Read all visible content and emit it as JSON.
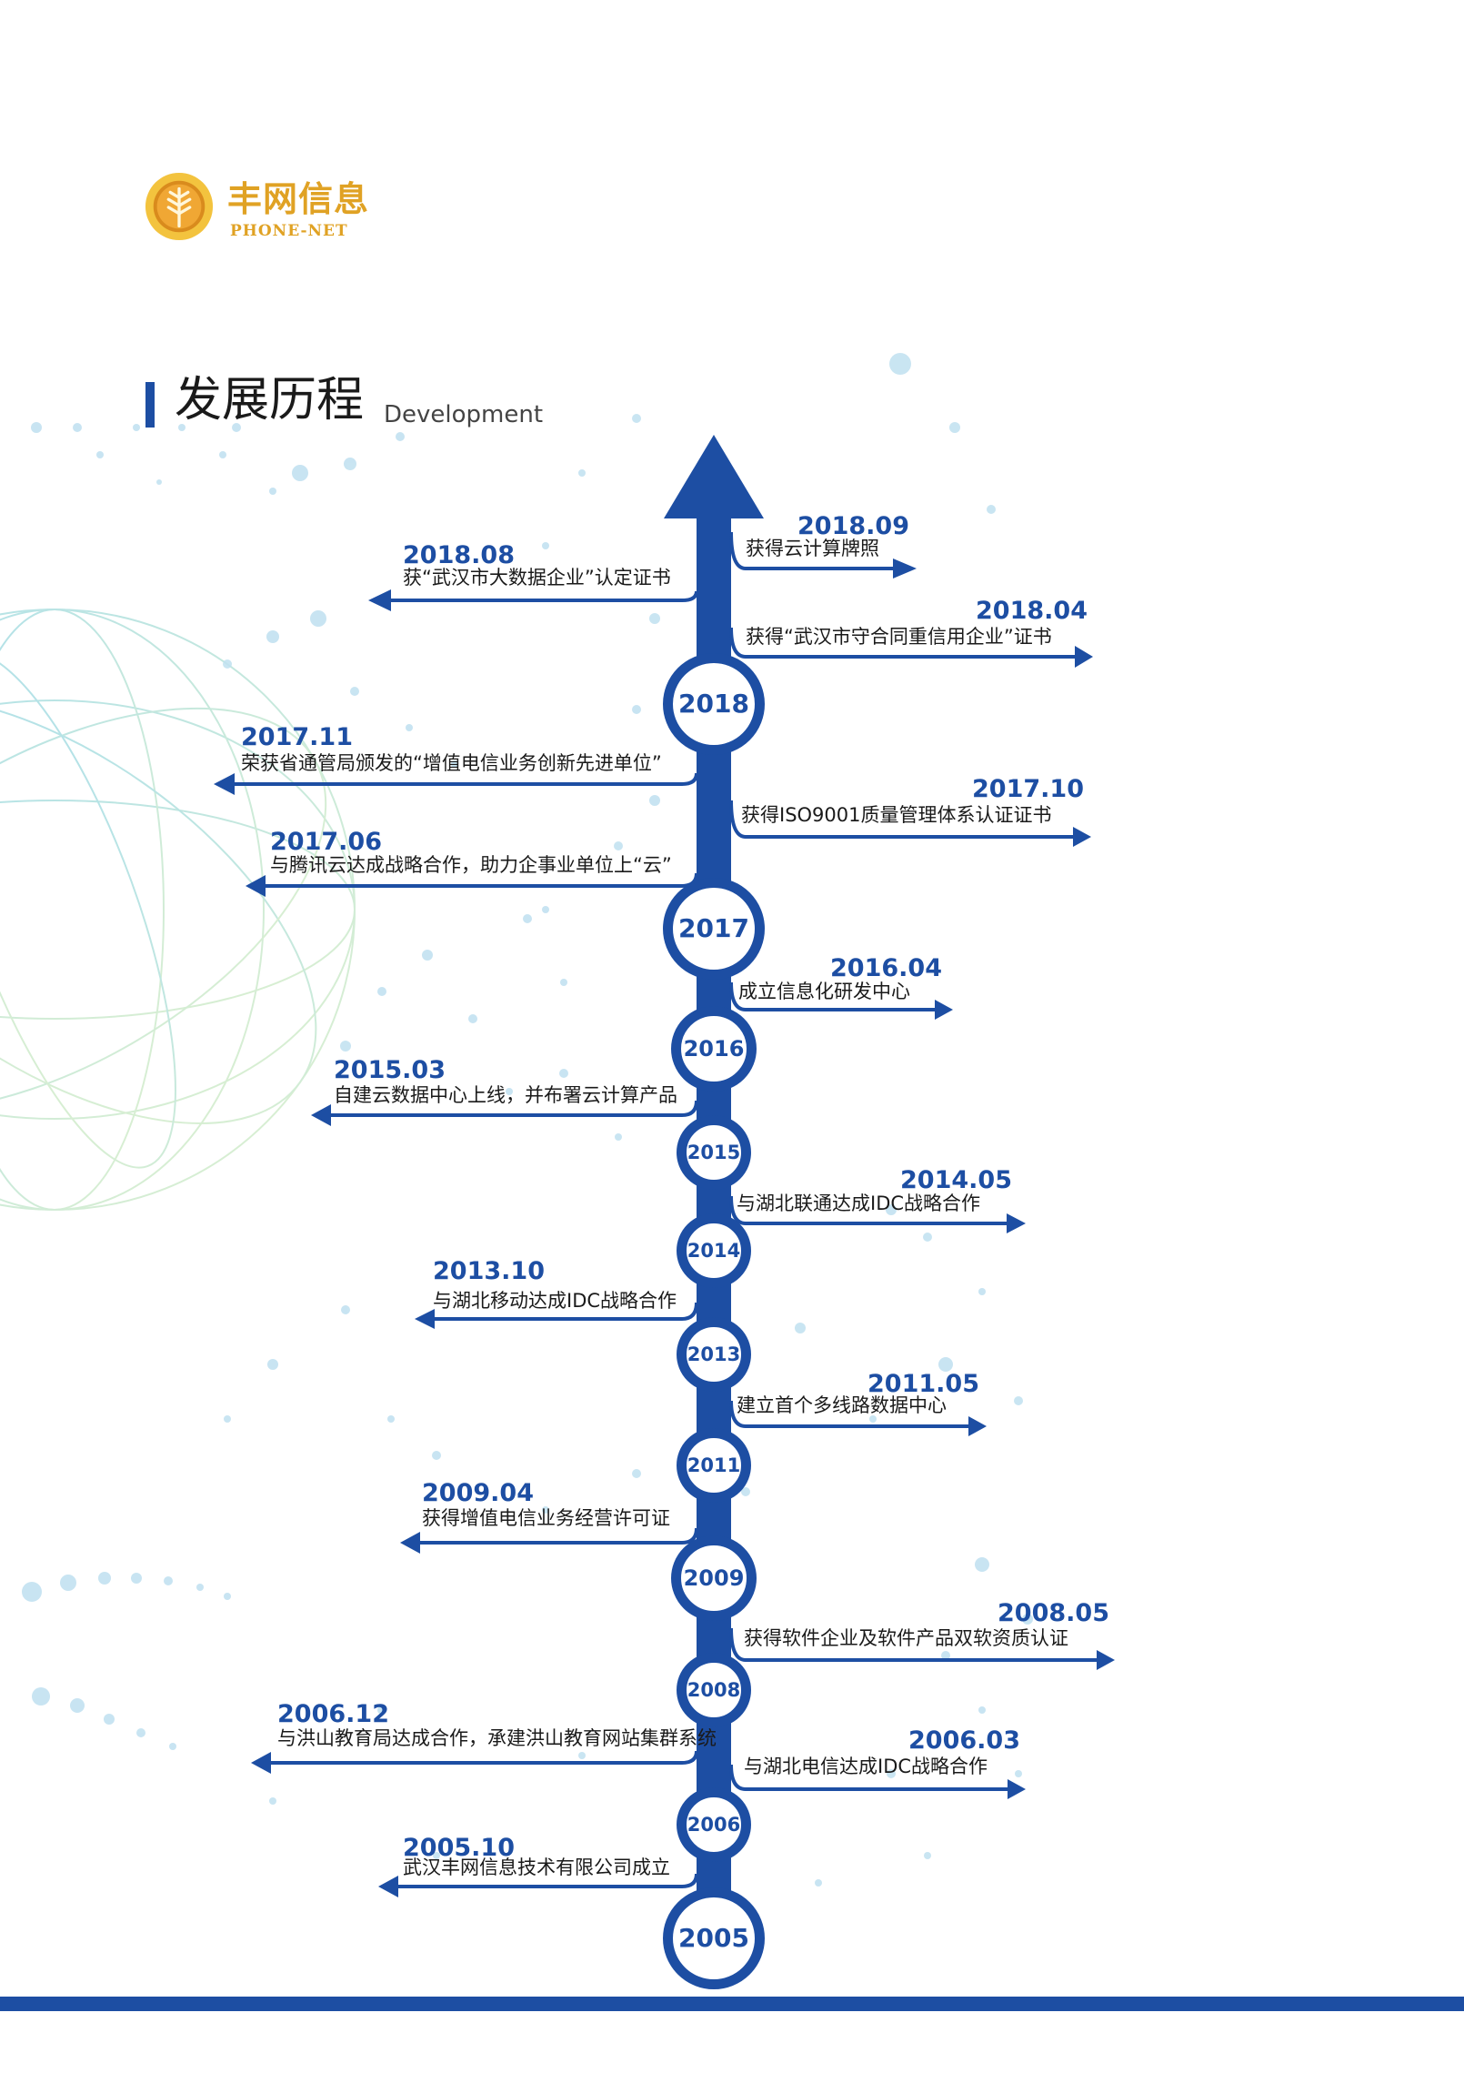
{
  "brand": {
    "name_cn": "丰网信息",
    "name_en": "PHONE-NET"
  },
  "section": {
    "title_cn": "发展历程",
    "title_en": "Development"
  },
  "colors": {
    "primary": "#1d4ea3",
    "brand_gold": "#e0a224",
    "text": "#1a1a1a"
  },
  "years": [
    "2018",
    "2017",
    "2016",
    "2015",
    "2014",
    "2013",
    "2011",
    "2009",
    "2008",
    "2006",
    "2005"
  ],
  "milestones": [
    {
      "date": "2018.09",
      "text": "获得云计算牌照",
      "side": "right"
    },
    {
      "date": "2018.08",
      "text": "获“武汉市大数据企业”认定证书",
      "side": "left"
    },
    {
      "date": "2018.04",
      "text": "获得“武汉市守合同重信用企业”证书",
      "side": "right"
    },
    {
      "date": "2017.11",
      "text": "荣获省通管局颁发的“增值电信业务创新先进单位”",
      "side": "left"
    },
    {
      "date": "2017.10",
      "text": "获得ISO9001质量管理体系认证证书",
      "side": "right"
    },
    {
      "date": "2017.06",
      "text": "与腾讯云达成战略合作，助力企事业单位上“云”",
      "side": "left"
    },
    {
      "date": "2016.04",
      "text": "成立信息化研发中心",
      "side": "right"
    },
    {
      "date": "2015.03",
      "text": "自建云数据中心上线，并布署云计算产品",
      "side": "left"
    },
    {
      "date": "2014.05",
      "text": "与湖北联通达成IDC战略合作",
      "side": "right"
    },
    {
      "date": "2013.10",
      "text": "与湖北移动达成IDC战略合作",
      "side": "left"
    },
    {
      "date": "2011.05",
      "text": "建立首个多线路数据中心",
      "side": "right"
    },
    {
      "date": "2009.04",
      "text": "获得增值电信业务经营许可证",
      "side": "left"
    },
    {
      "date": "2008.05",
      "text": "获得软件企业及软件产品双软资质认证",
      "side": "right"
    },
    {
      "date": "2006.12",
      "text": "与洪山教育局达成合作，承建洪山教育网站集群系统",
      "side": "left"
    },
    {
      "date": "2006.03",
      "text": "与湖北电信达成IDC战略合作",
      "side": "right"
    },
    {
      "date": "2005.10",
      "text": "武汉丰网信息技术有限公司成立",
      "side": "left"
    }
  ]
}
